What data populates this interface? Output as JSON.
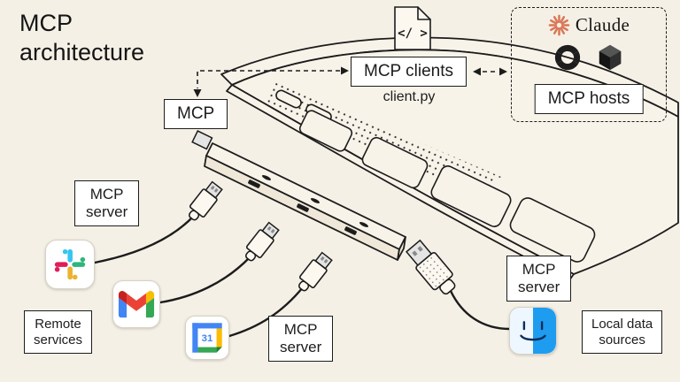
{
  "title": "MCP\narchitecture",
  "mcp_label": "MCP",
  "clients": {
    "label": "MCP clients",
    "filename": "client.py",
    "file_glyph": "</ >"
  },
  "hosts": {
    "label": "MCP hosts",
    "claude_wordmark": "Claude"
  },
  "servers": {
    "remote_slack": {
      "label": "MCP\nserver"
    },
    "remote_calendar": {
      "label": "MCP\nserver"
    },
    "local": {
      "label": "MCP\nserver"
    }
  },
  "remote_services_label": "Remote\nservices",
  "local_data_label": "Local data\nsources",
  "calendar": {
    "day_number": "31"
  },
  "icons": [
    "code-file-icon",
    "claude-sunburst-icon",
    "openai-icon",
    "cube-icon",
    "slack-icon",
    "gmail-icon",
    "google-calendar-icon",
    "finder-icon",
    "laptop-illustration",
    "usb-hub-illustration",
    "usb-connector-icon",
    "usb-plug-icon"
  ],
  "colors": {
    "paper": "#f5f0e6",
    "ink": "#1c1c1c",
    "box_bg": "#ffffff",
    "panel": "#f8f3e9",
    "panel_dark": "#efe8d9",
    "plug": "#fcf8f0",
    "silver": "#e4e4e4",
    "claude_orange": "#d97757",
    "slack_blue": "#36c5f0",
    "slack_green": "#2eb67d",
    "slack_yellow": "#ecb22e",
    "slack_red": "#e01e5a",
    "google_blue": "#4285f4",
    "google_green": "#34a853",
    "google_yellow": "#fbbc04",
    "google_red": "#ea4335",
    "google_darkred": "#c5221f",
    "google_darkgreen": "#188038",
    "finder_blue": "#1e9cf0",
    "finder_light": "#eef7ff",
    "finder_navy": "#0a2e5c"
  }
}
